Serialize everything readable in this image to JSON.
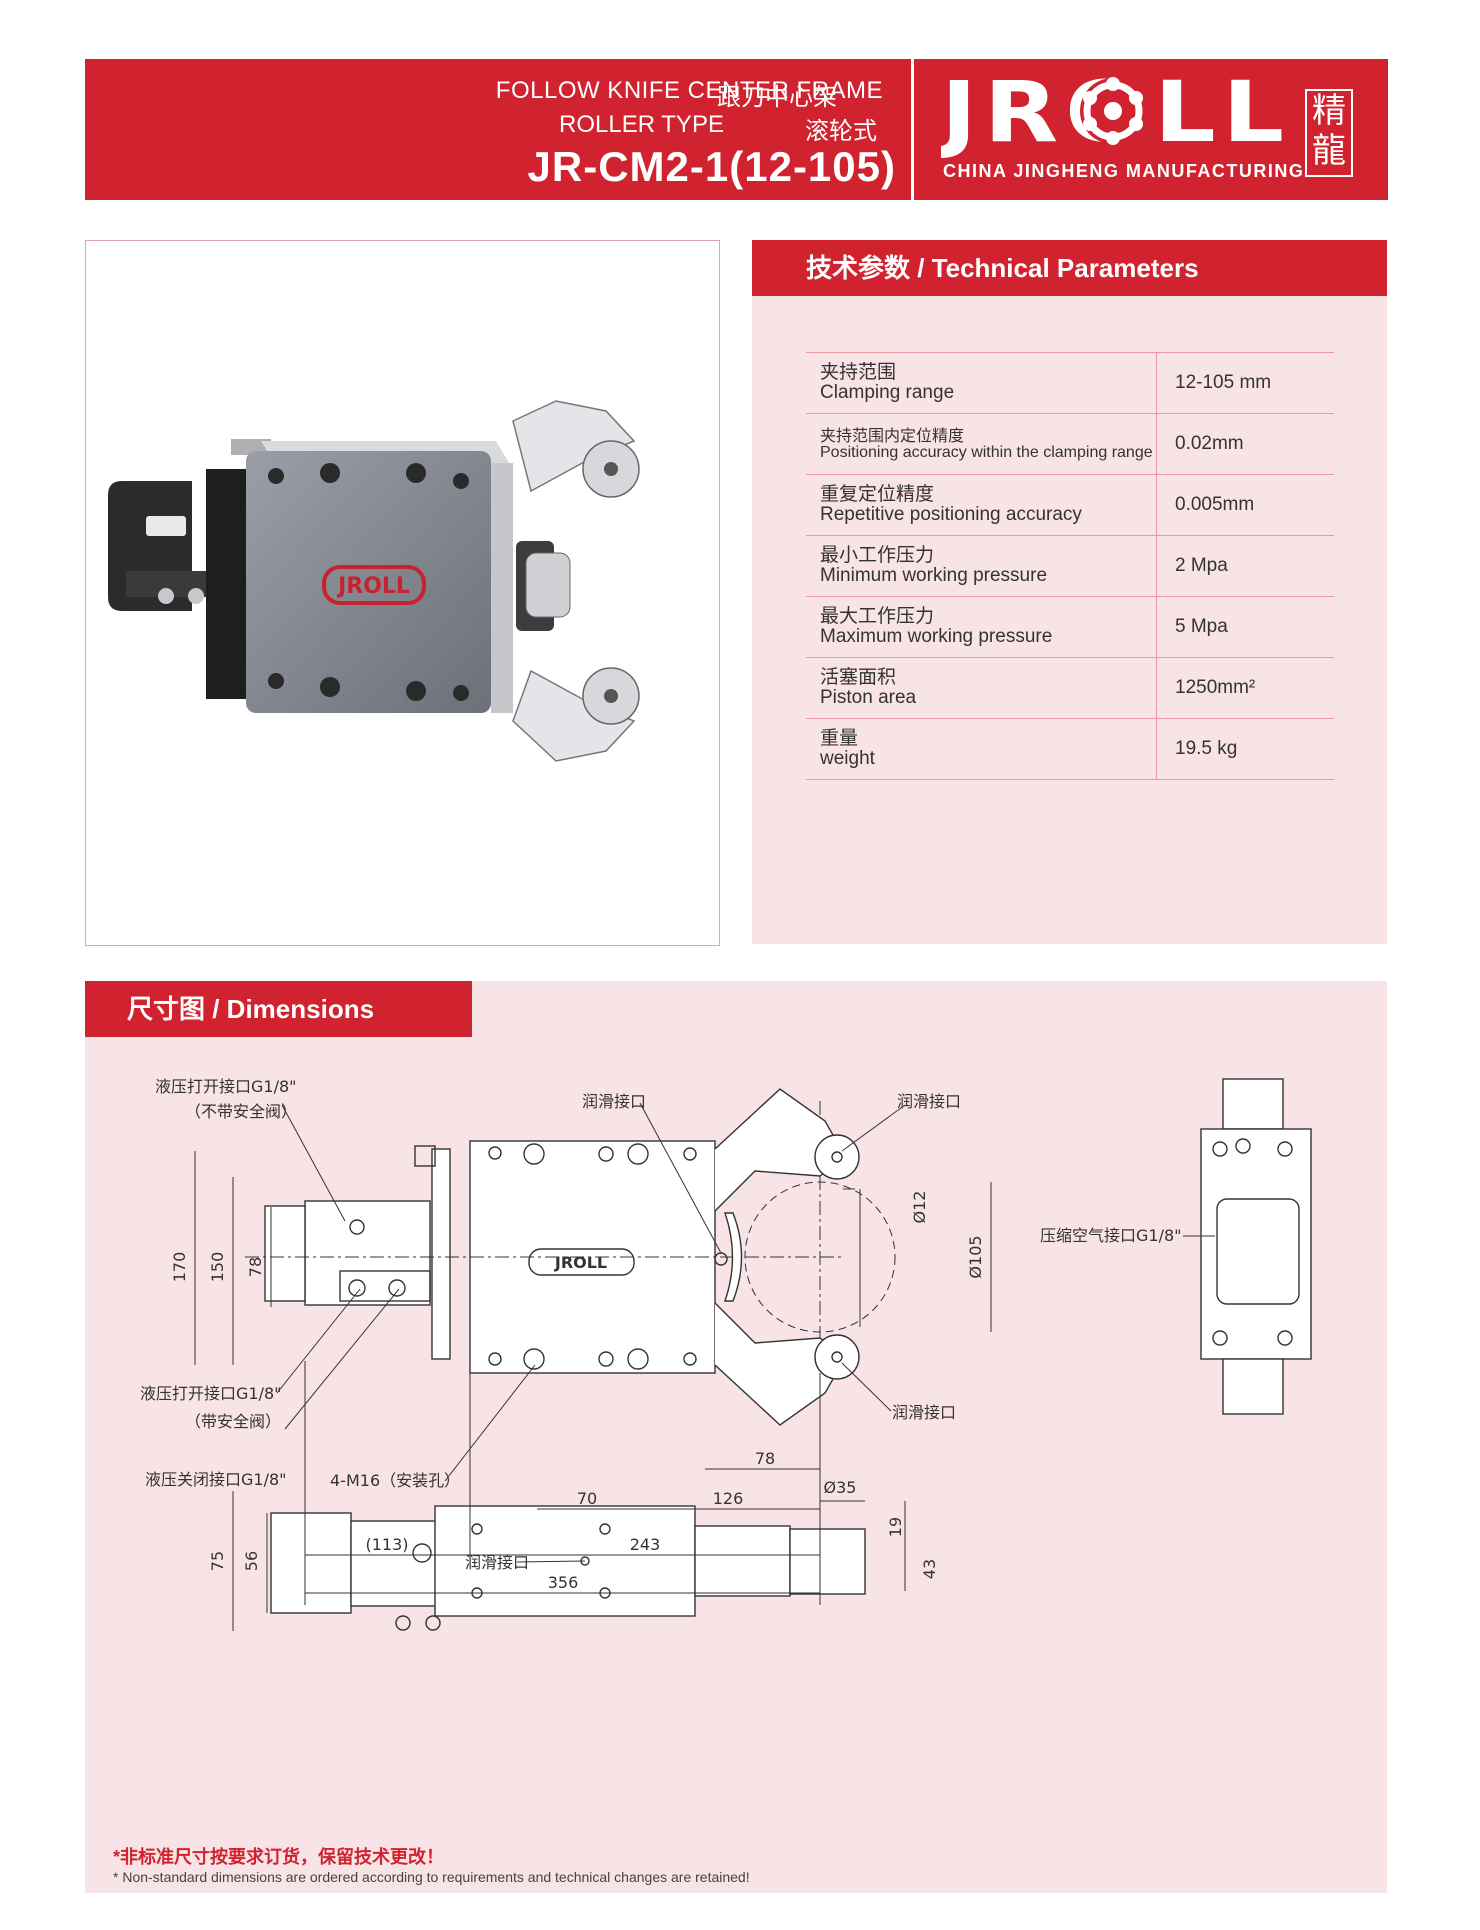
{
  "header": {
    "title_en": "FOLLOW KNIFE CENTER FRAME",
    "title_cn": "跟刀中心架",
    "type_en": "ROLLER TYPE",
    "type_cn": "滚轮式",
    "model": "JR-CM2-1(12-105)",
    "brand": "JROLL",
    "brand_sub": "CHINA JINGHENG MANUFACTURING",
    "seal": "精龍"
  },
  "params": {
    "title": "技术参数 / Technical Parameters",
    "rows": [
      {
        "cn": "夹持范围",
        "en": "Clamping range",
        "value": "12-105 mm"
      },
      {
        "cn": "夹持范围内定位精度",
        "en": "Positioning accuracy within the clamping range",
        "value": "0.02mm"
      },
      {
        "cn": "重复定位精度",
        "en": "Repetitive positioning accuracy",
        "value": "0.005mm"
      },
      {
        "cn": "最小工作压力",
        "en": "Minimum working pressure",
        "value": "2 Mpa"
      },
      {
        "cn": "最大工作压力",
        "en": "Maximum working pressure",
        "value": "5 Mpa"
      },
      {
        "cn": "活塞面积",
        "en": "Piston area",
        "value": "1250mm²"
      },
      {
        "cn": "重量",
        "en": "weight",
        "value": "19.5 kg"
      }
    ]
  },
  "dimensions": {
    "title": "尺寸图 / Dimensions",
    "labels": {
      "hyd_open_no_valve_1": "液压打开接口G1/8\"",
      "hyd_open_no_valve_2": "（不带安全阀）",
      "lube_top": "润滑接口",
      "lube_top_right": "润滑接口",
      "lube_bottom_right": "润滑接口",
      "air": "压缩空气接口G1/8\"",
      "hyd_open_valve_1": "液压打开接口G1/8\"",
      "hyd_open_valve_2": "（带安全阀）",
      "hyd_close": "液压关闭接口G1/8\"",
      "mount": "4-M16（安装孔）",
      "lube_side": "润滑接口",
      "logo": "JROLL"
    },
    "values": {
      "d170": "170",
      "d150": "150",
      "d78v": "78",
      "d12": "Ø12",
      "d105": "Ø105",
      "d78h": "78",
      "d70": "70",
      "d126": "126",
      "d113": "(113)",
      "d243": "243",
      "d356": "356",
      "d75": "75",
      "d56": "56",
      "d35": "Ø35",
      "d19": "19",
      "d43": "43"
    },
    "note_cn": "*非标准尺寸按要求订货，保留技术更改！",
    "note_en": "* Non-standard dimensions are ordered according to requirements and technical changes are retained!"
  },
  "colors": {
    "brand_red": "#d1232f",
    "panel_pink": "#f8e4e6"
  }
}
